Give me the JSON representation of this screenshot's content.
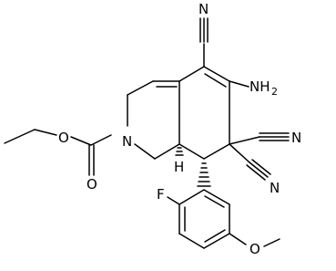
{
  "molecule": {
    "atom_labels": {
      "nitrile_top": "N",
      "amine": "NH",
      "amine_subscript": "2",
      "nitrile_right": "N",
      "nitrile_lower": "N",
      "ring_nitrogen": "N",
      "carbonyl_oxygen": "O",
      "ester_oxygen": "O",
      "stereo_hydrogen": "H",
      "fluorine": "F",
      "methoxy_oxygen": "O"
    },
    "colors": {
      "bond": "#000000",
      "text": "#000000",
      "background": "#ffffff"
    }
  }
}
